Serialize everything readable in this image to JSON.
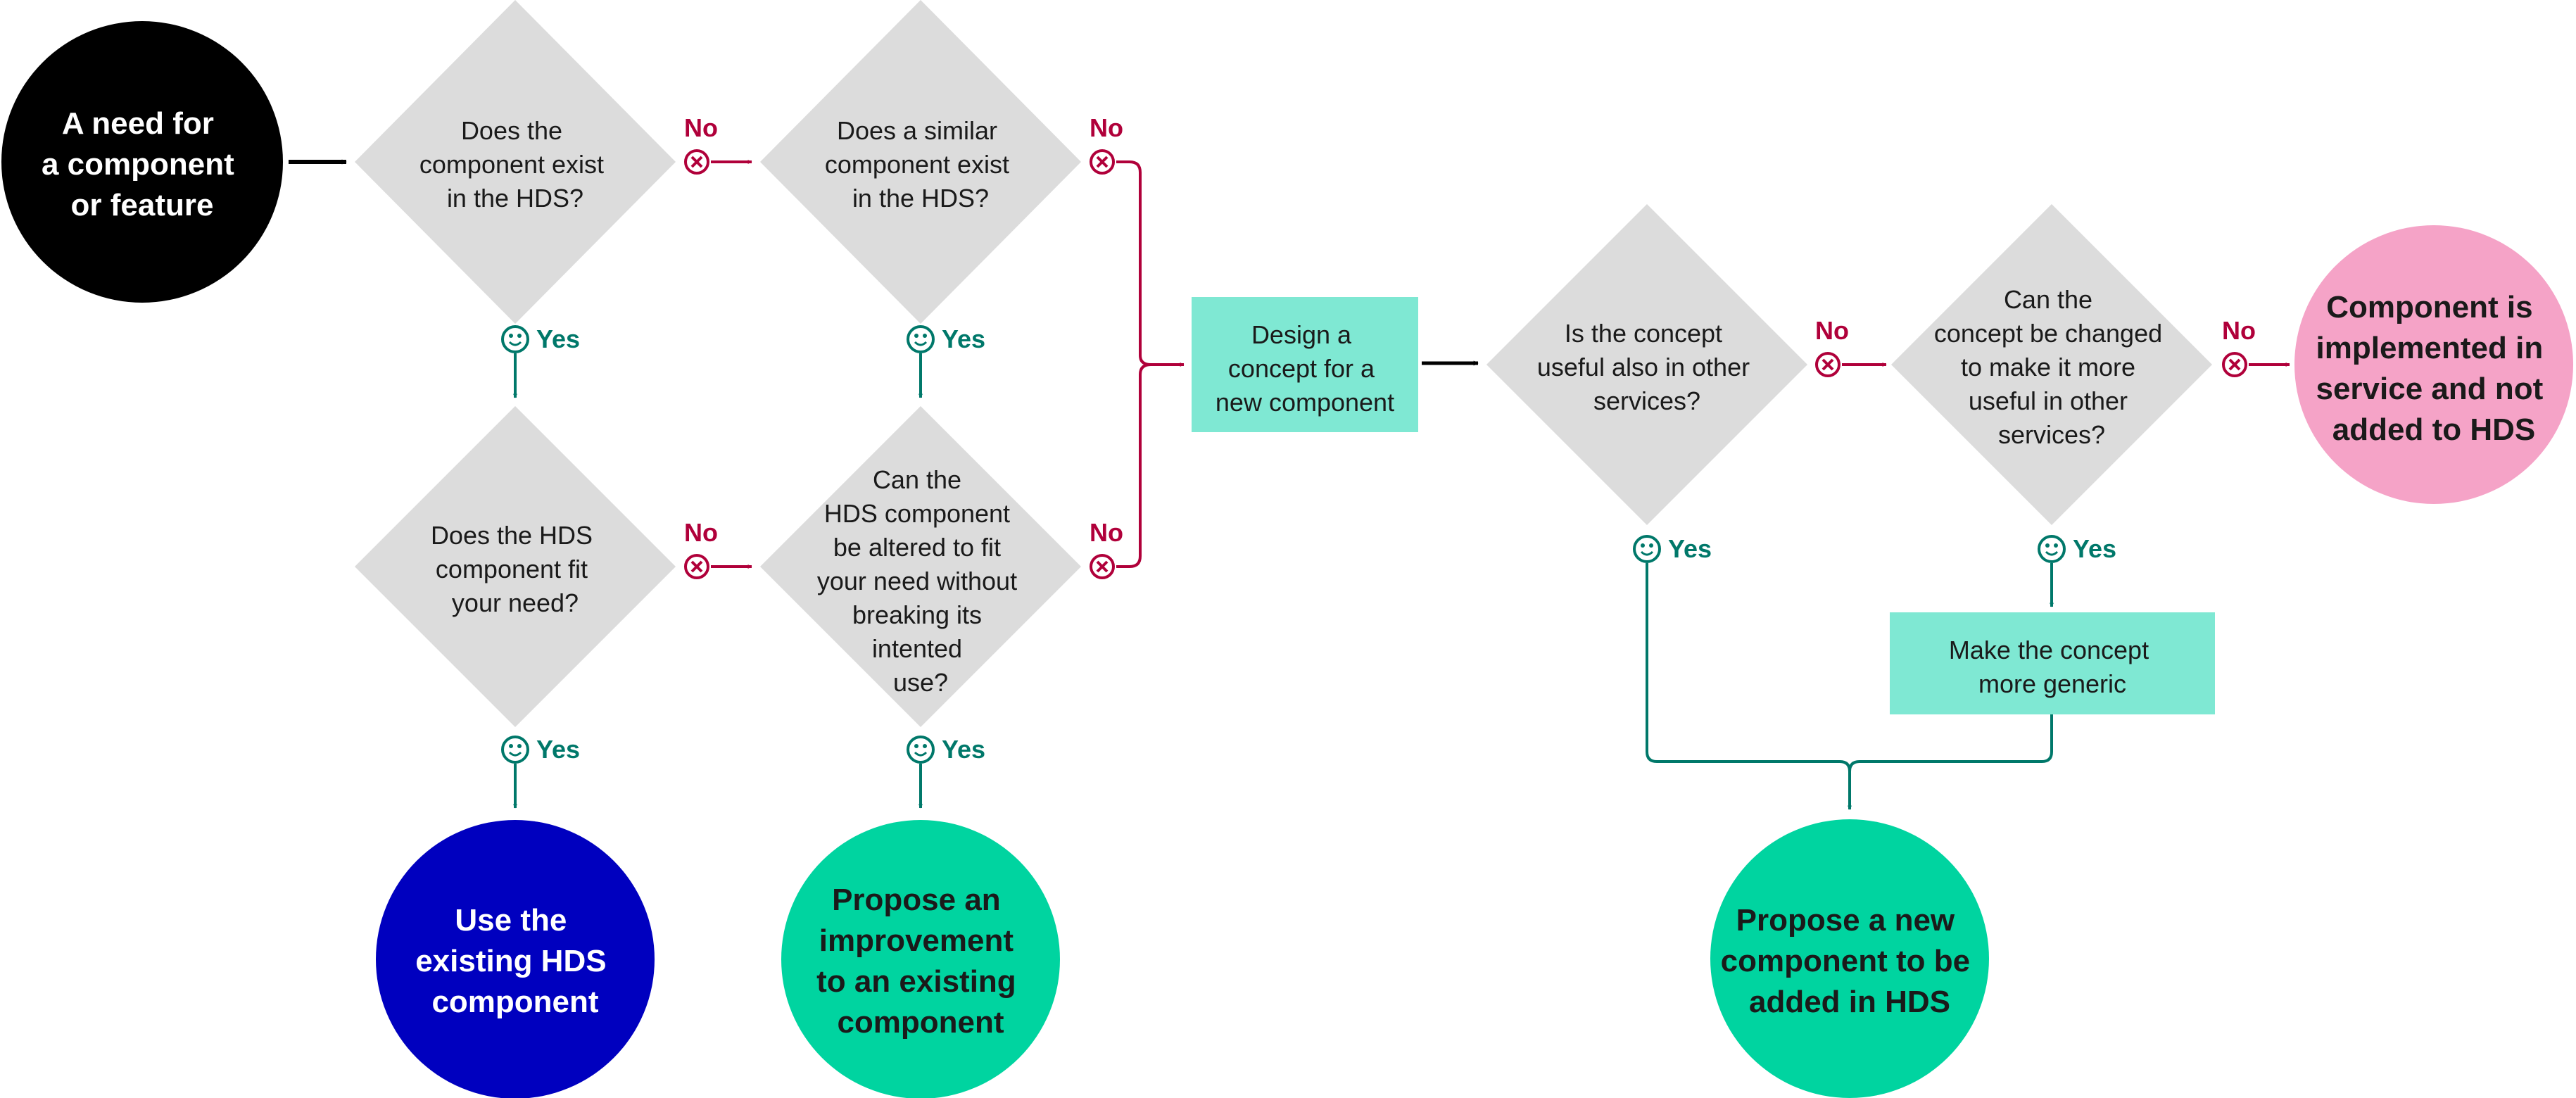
{
  "start": {
    "lines": [
      "A need for",
      "a component",
      "or feature"
    ]
  },
  "questions": {
    "q1": {
      "lines": [
        "Does the",
        "component exist",
        "in the HDS?"
      ]
    },
    "q2": {
      "lines": [
        "Does a similar",
        "component exist",
        "in the HDS?"
      ]
    },
    "q3": {
      "lines": [
        "Does the HDS",
        "component fit",
        "your need?"
      ]
    },
    "q4": {
      "lines": [
        "Can the",
        "HDS component",
        "be altered to fit",
        "your need without",
        "breaking its",
        "intented",
        "use?"
      ]
    },
    "q5": {
      "lines": [
        "Is the concept",
        "useful also in other",
        "services?"
      ]
    },
    "q6": {
      "lines": [
        "Can the",
        "concept be changed",
        "to make it more",
        "useful in other",
        "services?"
      ]
    }
  },
  "actions": {
    "design": {
      "lines": [
        "Design a",
        "concept for a",
        "new component"
      ]
    },
    "generic": {
      "lines": [
        "Make the concept",
        "more generic"
      ]
    }
  },
  "outcomes": {
    "use_existing": {
      "lines": [
        "Use the",
        "existing HDS",
        "component"
      ]
    },
    "improve": {
      "lines": [
        "Propose an",
        "improvement",
        "to an existing",
        "component"
      ]
    },
    "new_component": {
      "lines": [
        "Propose a new",
        "component to be",
        "added in HDS"
      ]
    },
    "not_added": {
      "lines": [
        "Component is",
        "implemented in",
        "service and not",
        "added to HDS"
      ]
    }
  },
  "labels": {
    "no": "No",
    "yes": "Yes"
  },
  "colors": {
    "black": "#000000",
    "diamond": "#dcdcdc",
    "no_red": "#b0003a",
    "yes_green": "#00786a",
    "mint_box": "#7fe8d3",
    "green_circle": "#00d4a0",
    "blue_circle": "#0000bf",
    "pink_circle": "#f5a3c7"
  }
}
